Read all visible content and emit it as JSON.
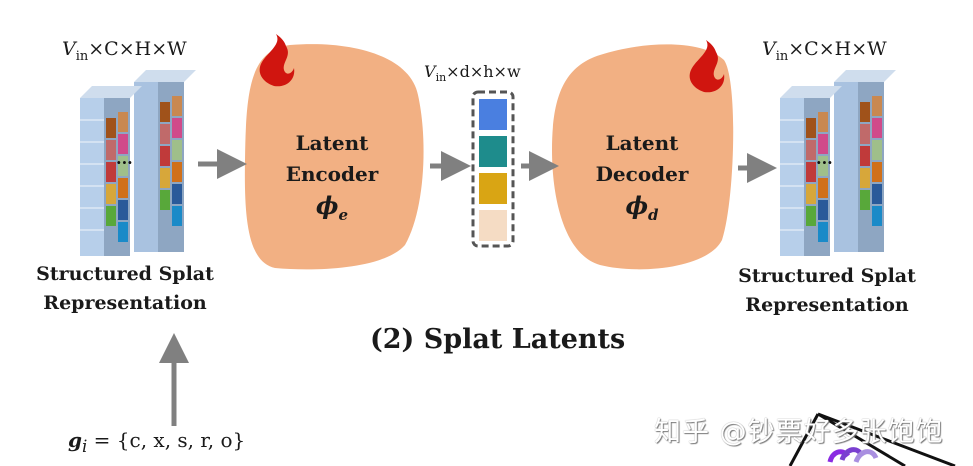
{
  "figure": {
    "title": "(2) Splat Latents",
    "input": {
      "dim_label": {
        "v": "V",
        "v_sub": "in",
        "rest": "×C×H×W"
      },
      "caption_line1": "Structured Splat",
      "caption_line2": "Representation"
    },
    "encoder": {
      "line1": "Latent",
      "line2": "Encoder",
      "symbol": "ϕ",
      "symbol_sub": "e",
      "icon": "flame-icon"
    },
    "latent": {
      "dim_label": {
        "v": "V",
        "v_sub": "in",
        "rest": "×d×h×w"
      },
      "cells": [
        "#4a7fe0",
        "#1e8c8c",
        "#d9a514",
        "#f5dcc4"
      ]
    },
    "decoder": {
      "line1": "Latent",
      "line2": "Decoder",
      "symbol": "ϕ",
      "symbol_sub": "d",
      "icon": "flame-icon"
    },
    "output": {
      "dim_label": {
        "v": "V",
        "v_sub": "in",
        "rest": "×C×H×W"
      },
      "caption_line1": "Structured Splat",
      "caption_line2": "Representation"
    },
    "formula": {
      "lhs": "g",
      "lhs_sub": "i",
      "rhs": "= {c, x, s, r, o}"
    },
    "watermark": "知乎 @钞票好多张饱饱",
    "colors": {
      "blob": "#f2b083",
      "flame": "#d0150f",
      "arrow": "#808080",
      "grid_blue": "#b8cfe8",
      "grid_side": "#8fa7c4"
    }
  }
}
